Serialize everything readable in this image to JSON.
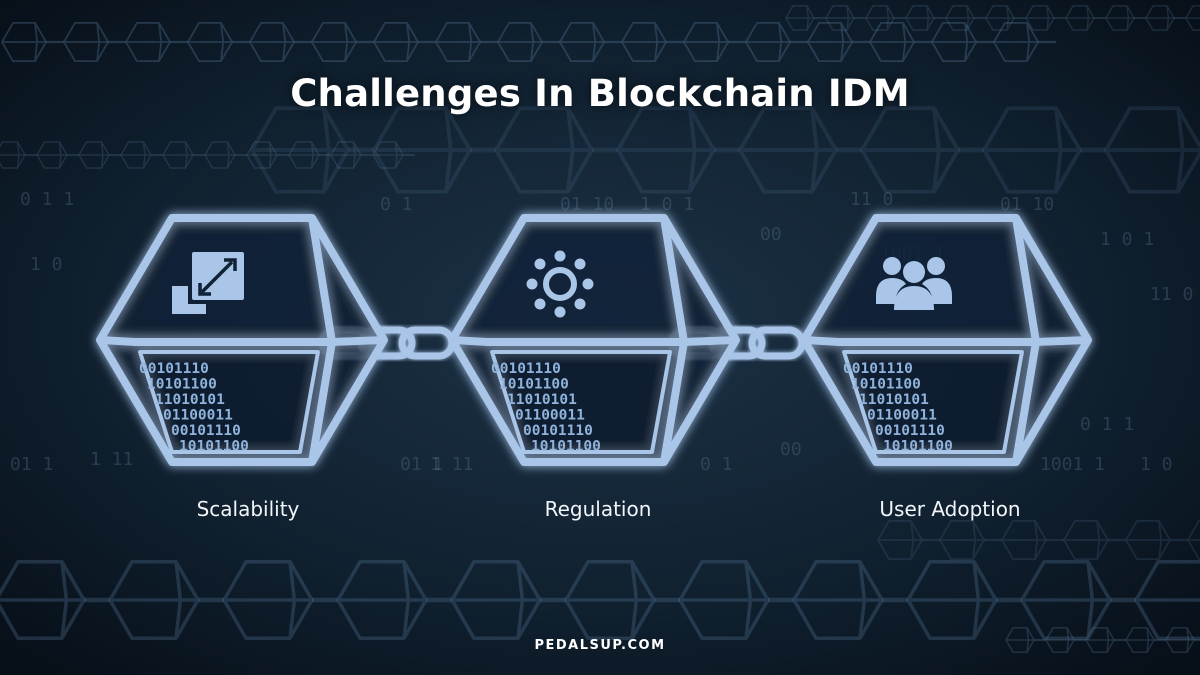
{
  "title": "Challenges In Blockchain IDM",
  "blocks": [
    {
      "label": "Scalability",
      "icon": "resize-arrows-icon"
    },
    {
      "label": "Regulation",
      "icon": "network-circle-icon"
    },
    {
      "label": "User Adoption",
      "icon": "users-group-icon"
    }
  ],
  "binary_rows": [
    "00101110",
    "10101100",
    "11010101",
    "01100011",
    "00101110",
    "10101100"
  ],
  "background_bits": [
    "0  1 1",
    "1 0",
    "01 1",
    "1 11",
    "0 1",
    "00",
    "1001 1",
    "01 10",
    "1 0 1",
    "11 0"
  ],
  "footer": "PEDALSUP.COM",
  "colors": {
    "background": "#0a1622",
    "block_stroke": "#a9c5e8",
    "block_glow": "#5b9be0",
    "icon": "#a9c5e8",
    "text": "#ffffff"
  }
}
